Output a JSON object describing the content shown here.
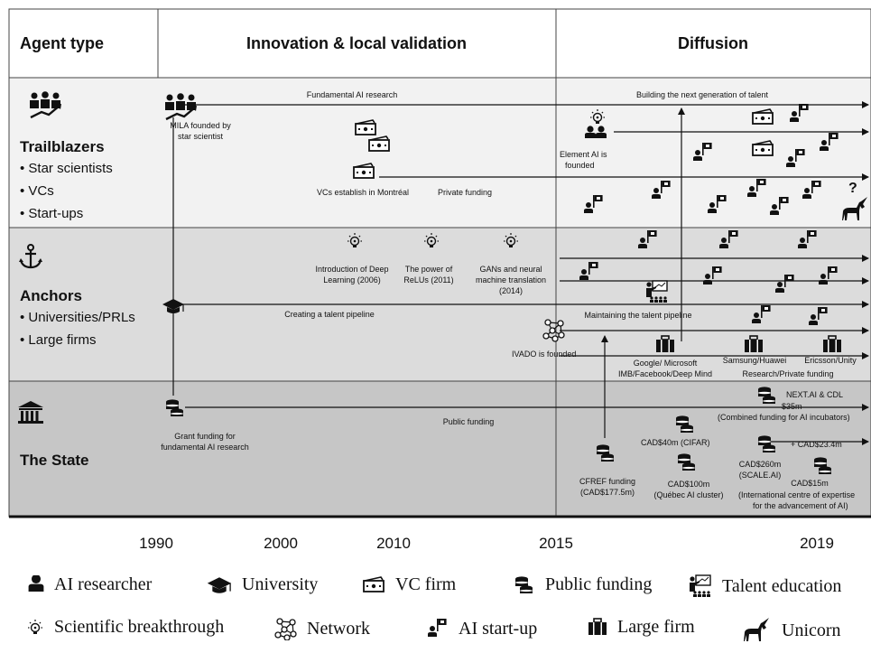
{
  "headers": {
    "agent_type": "Agent type",
    "innovation": "Innovation & local validation",
    "diffusion": "Diffusion"
  },
  "lanes": {
    "trailblazers": {
      "title": "Trailblazers",
      "bullets": [
        "• Star scientists",
        "• VCs",
        "• Start-ups"
      ]
    },
    "anchors": {
      "title": "Anchors",
      "bullets": [
        "• Universities/PRLs",
        "• Large firms"
      ]
    },
    "state": {
      "title": "The State"
    }
  },
  "labels": {
    "fundamental_ai": "Fundamental AI research",
    "building_talent": "Building the next generation of talent",
    "mila_1": "MILA founded by",
    "mila_2": "star scientist",
    "element_1": "Element AI is",
    "element_2": "founded",
    "vcs_montreal": "VCs establish in Montréal",
    "private_funding": "Private funding",
    "deep_learning_1": "Introduction of Deep",
    "deep_learning_2": "Learning (2006)",
    "relu_1": "The power of",
    "relu_2": "ReLUs (2011)",
    "gans_1": "GANs and neural",
    "gans_2": "machine translation",
    "gans_3": "(2014)",
    "talent_pipeline": "Creating a talent pipeline",
    "maintaining_pipeline": "Maintaining the talent pipeline",
    "ivado": "IVADO is founded",
    "google_1": "Google/ Microsoft",
    "google_2": "IMB/Facebook/Deep Mind",
    "samsung": "Samsung/Huawei",
    "ericsson": "Ericsson/Unity",
    "research_private": "Research/Private funding",
    "grant_1": "Grant funding for",
    "grant_2": "fundamental AI research",
    "public_funding": "Public funding",
    "nextai": "NEXT.AI & CDL",
    "nextai_amt": "$35m",
    "nextai_desc": "(Combined funding for AI incubators)",
    "cifar": "CAD$40m (CIFAR)",
    "plus": "+ CAD$23.4m",
    "scale_1": "CAD$260m",
    "scale_2": "(SCALE.AI)",
    "quebec_1": "CAD$100m",
    "quebec_2": "(Québec AI cluster)",
    "cfref_1": "CFREF funding",
    "cfref_2": "(CAD$177.5m)",
    "intl_amt": "CAD$15m",
    "intl_1": "(International centre of expertise",
    "intl_2": "for the advancement of AI)",
    "unicorn_q": "?"
  },
  "years": [
    "1990",
    "2000",
    "2010",
    "2015",
    "2019"
  ],
  "legend": [
    {
      "icon": "researcher-icon",
      "label": "AI researcher"
    },
    {
      "icon": "university-icon",
      "label": "University"
    },
    {
      "icon": "vc-firm-icon",
      "label": "VC firm"
    },
    {
      "icon": "public-funding-icon",
      "label": "Public funding"
    },
    {
      "icon": "talent-education-icon",
      "label": "Talent education"
    },
    {
      "icon": "breakthrough-icon",
      "label": "Scientific breakthrough"
    },
    {
      "icon": "network-icon",
      "label": "Network"
    },
    {
      "icon": "startup-icon",
      "label": "AI start-up"
    },
    {
      "icon": "large-firm-icon",
      "label": "Large firm"
    },
    {
      "icon": "unicorn-icon",
      "label": "Unicorn"
    }
  ]
}
